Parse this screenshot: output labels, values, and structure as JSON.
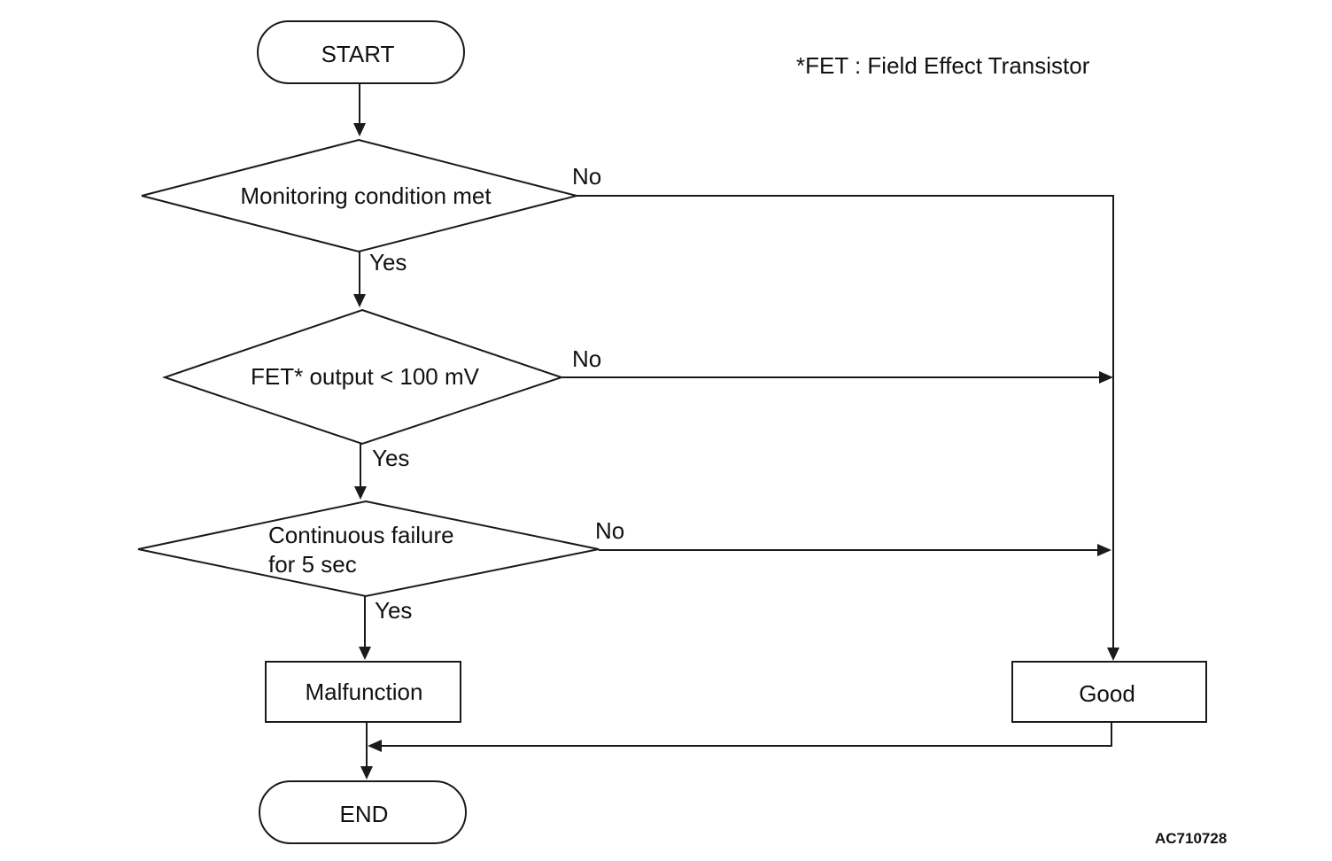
{
  "diagram": {
    "footnote": "*FET : Field Effect Transistor",
    "figure_code": "AC710728",
    "nodes": {
      "start": "START",
      "decision_monitoring": "Monitoring condition met",
      "decision_fet": "FET* output < 100 mV",
      "decision_continuous": [
        "Continuous failure",
        "for 5 sec"
      ],
      "malfunction": "Malfunction",
      "good": "Good",
      "end": "END"
    },
    "edge_labels": {
      "monitoring_yes": "Yes",
      "monitoring_no": "No",
      "fet_yes": "Yes",
      "fet_no": "No",
      "continuous_yes": "Yes",
      "continuous_no": "No"
    },
    "colors": {
      "stroke": "#1a1a1a",
      "text": "#111111",
      "background": "#ffffff"
    }
  }
}
